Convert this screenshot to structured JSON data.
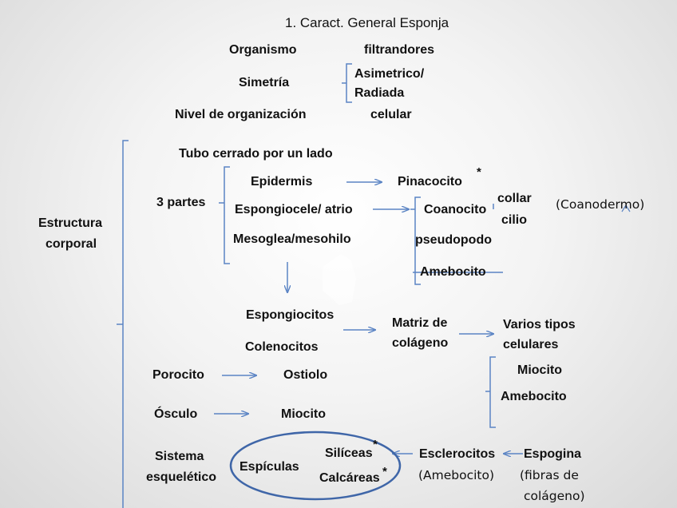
{
  "title": "1. Caract. General Esponja",
  "general": {
    "organismo_label": "Organismo",
    "organismo_value": "filtrandores",
    "simetria_label": "Simetría",
    "simetria_value_1": "Asimetrico/",
    "simetria_value_2": "Radiada",
    "nivel_label": "Nivel de organización",
    "nivel_value": "celular"
  },
  "estructura": {
    "label_1": "Estructura",
    "label_2": "corporal",
    "tubo": "Tubo cerrado por un lado",
    "tres_partes": "3 partes",
    "epidermis": "Epidermis",
    "pinacocito": "Pinacocito",
    "espongiocele": "Espongiocele/ atrio",
    "coanocito": "Coanocito",
    "collar": "collar",
    "cilio": "cilio",
    "coanodermo": "(Coanodermo)",
    "mesoglea": "Mesoglea/mesohilo",
    "pseudopodo": "pseudopodo",
    "amebocito": "Amebocito",
    "espongiocitos": "Espongiocitos",
    "colenocitos": "Colenocitos",
    "matriz_1": "Matriz de",
    "matriz_2": "colágeno",
    "varios_1": "Varios tipos",
    "varios_2": "celulares",
    "miocito_right": "Miocito",
    "amebocito_right": "Amebocito",
    "porocito": "Porocito",
    "ostiolo": "Ostiolo",
    "osculo": "Ósculo",
    "miocito": "Miocito"
  },
  "sistema": {
    "label_1": "Sistema",
    "label_2": "esquelético",
    "espiculas": "Espículas",
    "siliceas": "Silíceas",
    "calcareas": "Calcáreas",
    "esclerocitos": "Esclerocitos",
    "amebocito_paren": "(Amebocito)",
    "espogina": "Espogina",
    "fibras_1": "(fibras de",
    "fibras_2": "colágeno)"
  },
  "marks": {
    "asterisk": "*"
  },
  "colors": {
    "line": "#5b84c4",
    "ellipse": "#3f66a8",
    "text": "#111111"
  }
}
